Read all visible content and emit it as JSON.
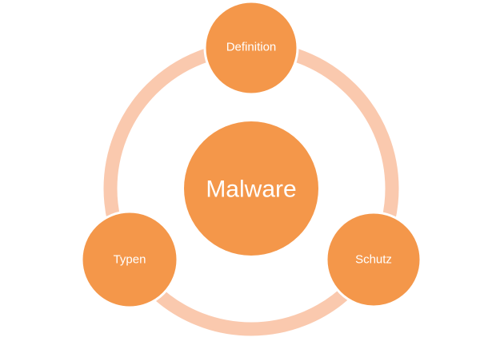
{
  "diagram": {
    "center": {
      "label": "Malware"
    },
    "nodes": [
      {
        "label": "Definition"
      },
      {
        "label": "Typen"
      },
      {
        "label": "Schutz"
      }
    ]
  },
  "colors": {
    "node_fill": "#F4974A",
    "node_stroke": "#ffffff",
    "ring": "#FAC9AE",
    "background": "#ffffff"
  }
}
